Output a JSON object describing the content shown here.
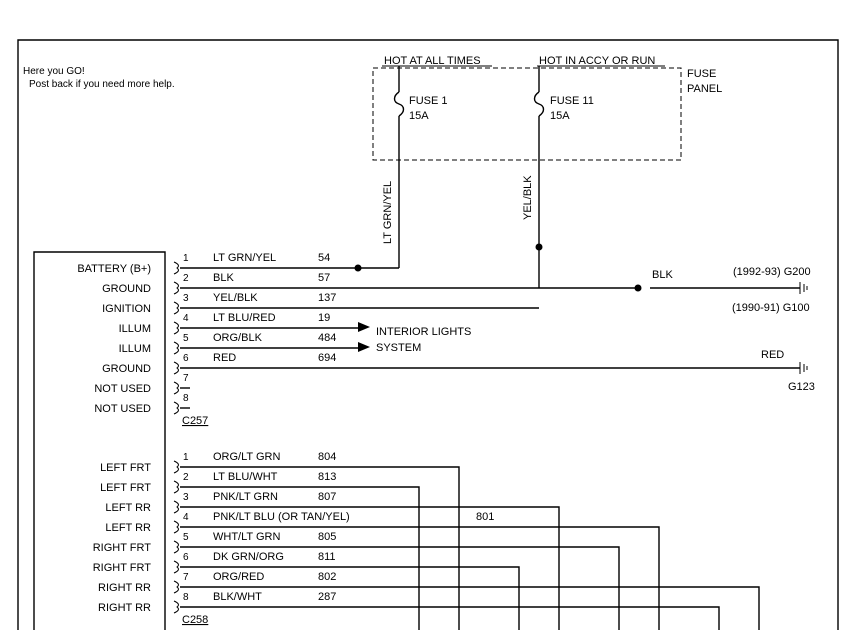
{
  "message": {
    "line1": "Here you GO!",
    "line2": "Post back if you need more help."
  },
  "fuse_panel": {
    "label_line1": "FUSE",
    "label_line2": "PANEL",
    "hot_at_all_times": "HOT AT ALL TIMES",
    "hot_in_accy": "HOT IN ACCY OR RUN",
    "fuse1_name": "FUSE 1",
    "fuse1_rating": "15A",
    "fuse11_name": "FUSE 11",
    "fuse11_rating": "15A",
    "wire_left": "LT GRN/YEL",
    "wire_right": "YEL/BLK"
  },
  "connector1": {
    "id": "C257",
    "pins": [
      {
        "label": "BATTERY (B+)",
        "num": "1",
        "color": "LT GRN/YEL",
        "circuit": "54"
      },
      {
        "label": "GROUND",
        "num": "2",
        "color": "BLK",
        "circuit": "57"
      },
      {
        "label": "IGNITION",
        "num": "3",
        "color": "YEL/BLK",
        "circuit": "137"
      },
      {
        "label": "ILLUM",
        "num": "4",
        "color": "LT BLU/RED",
        "circuit": "19"
      },
      {
        "label": "ILLUM",
        "num": "5",
        "color": "ORG/BLK",
        "circuit": "484"
      },
      {
        "label": "GROUND",
        "num": "6",
        "color": "RED",
        "circuit": "694"
      },
      {
        "label": "NOT USED",
        "num": "7",
        "color": "",
        "circuit": ""
      },
      {
        "label": "NOT USED",
        "num": "8",
        "color": "",
        "circuit": ""
      }
    ]
  },
  "interior": {
    "line1": "INTERIOR LIGHTS",
    "line2": "SYSTEM"
  },
  "grounds": {
    "blk": "BLK",
    "g200": "(1992-93) G200",
    "g100": "(1990-91) G100",
    "red": "RED",
    "g123": "G123"
  },
  "connector2": {
    "id": "C258",
    "pins": [
      {
        "label": "LEFT FRT",
        "num": "1",
        "color": "ORG/LT GRN",
        "circuit": "804"
      },
      {
        "label": "LEFT FRT",
        "num": "2",
        "color": "LT BLU/WHT",
        "circuit": "813"
      },
      {
        "label": "LEFT RR",
        "num": "3",
        "color": "PNK/LT GRN",
        "circuit": "807"
      },
      {
        "label": "LEFT RR",
        "num": "4",
        "color": "PNK/LT BLU (OR TAN/YEL)",
        "circuit": "801"
      },
      {
        "label": "RIGHT FRT",
        "num": "5",
        "color": "WHT/LT GRN",
        "circuit": "805"
      },
      {
        "label": "RIGHT FRT",
        "num": "6",
        "color": "DK GRN/ORG",
        "circuit": "811"
      },
      {
        "label": "RIGHT RR",
        "num": "7",
        "color": "ORG/RED",
        "circuit": "802"
      },
      {
        "label": "RIGHT RR",
        "num": "8",
        "color": "BLK/WHT",
        "circuit": "287"
      }
    ]
  }
}
